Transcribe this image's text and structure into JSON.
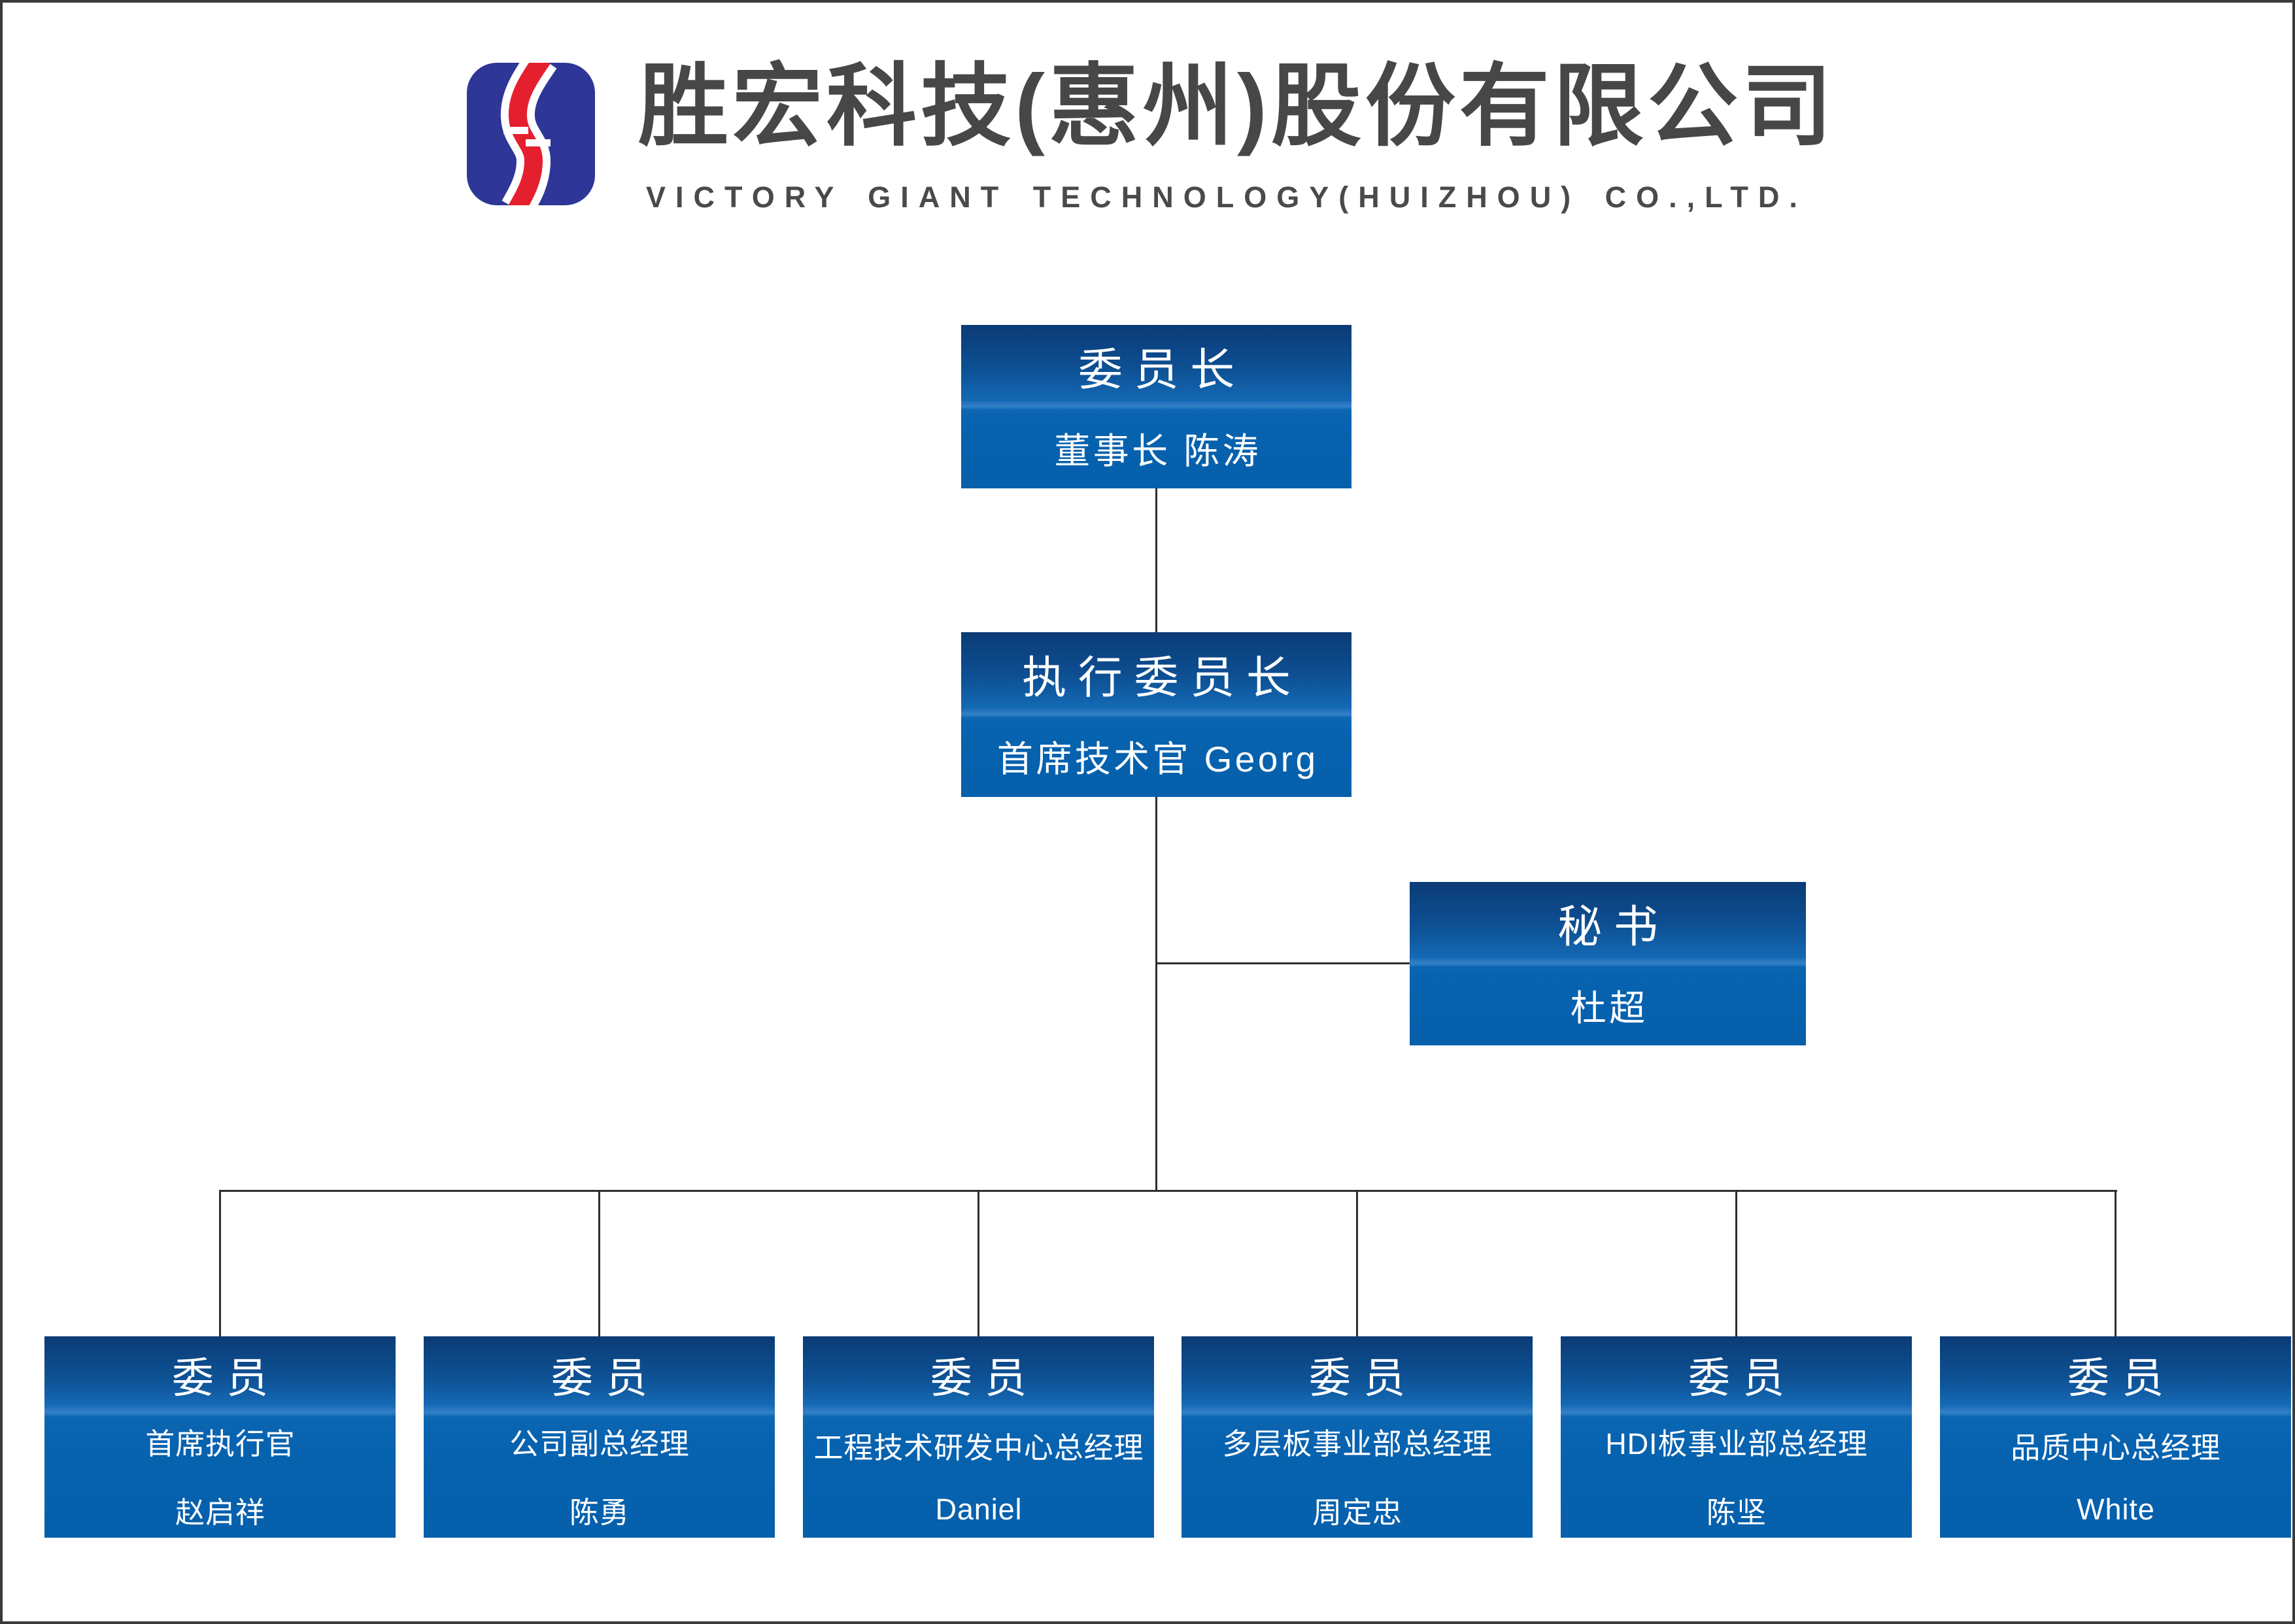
{
  "header": {
    "title_zh": "胜宏科技(惠州)股份有限公司",
    "title_en": "VICTORY GIANT TECHNOLOGY(HUIZHOU) CO.,LTD.",
    "logo": "victory-giant-s-ribbon-logo"
  },
  "org": {
    "chairman": {
      "title": "委员长",
      "subtitle": "董事长 陈涛"
    },
    "exec_chairman": {
      "title": "执行委员长",
      "subtitle": "首席技术官 Georg"
    },
    "secretary": {
      "title": "秘书",
      "subtitle": "杜超"
    },
    "members": [
      {
        "title": "委员",
        "role": "首席执行官",
        "name": "赵启祥"
      },
      {
        "title": "委员",
        "role": "公司副总经理",
        "name": "陈勇"
      },
      {
        "title": "委员",
        "role": "工程技术研发中心总经理",
        "name": "Daniel"
      },
      {
        "title": "委员",
        "role": "多层板事业部总经理",
        "name": "周定忠"
      },
      {
        "title": "委员",
        "role": "HDI板事业部总经理",
        "name": "陈坚"
      },
      {
        "title": "委员",
        "role": "品质中心总经理",
        "name": "White"
      }
    ]
  },
  "colors": {
    "box_blue_dark": "#0b3b76",
    "box_blue_mid": "#1569b5",
    "box_blue_flat": "#0762af",
    "logo_blue": "#2e3697",
    "logo_red": "#e5202e",
    "connector_line": "#2e2e2e",
    "heading_text": "#474747",
    "page_border": "#3a3a3a"
  }
}
